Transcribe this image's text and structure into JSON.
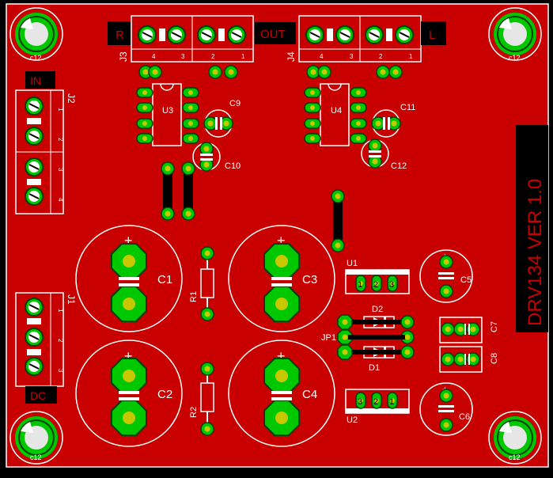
{
  "board": {
    "title": "DRV134  VER 1.0",
    "colors": {
      "board": "#c80000",
      "background": "#000000",
      "silk": "#ffffff",
      "pad": "#00c800",
      "pad_outline": "#005000",
      "drill": "#c8c800",
      "mount_center": "#e6e6e6"
    }
  },
  "connectors": {
    "j1": {
      "ref": "J1",
      "label": "DC",
      "pins": [
        "1",
        "2",
        "3"
      ]
    },
    "j2": {
      "ref": "J2",
      "label": "IN",
      "pins": [
        "1",
        "2",
        "3",
        "4"
      ]
    },
    "j3": {
      "ref": "J3",
      "label": "R",
      "pins": [
        "4",
        "3",
        "2",
        "1"
      ]
    },
    "j4": {
      "ref": "J4",
      "label": "L",
      "pins": [
        "4",
        "3",
        "2",
        "1"
      ]
    },
    "out_label": "OUT"
  },
  "components": {
    "u1": {
      "ref": "U1",
      "pins": [
        "1",
        "2",
        "3"
      ]
    },
    "u2": {
      "ref": "U2",
      "pins": [
        "3",
        "2",
        "1"
      ]
    },
    "u3": {
      "ref": "U3"
    },
    "u4": {
      "ref": "U4"
    },
    "c1": "C1",
    "c2": "C2",
    "c3": "C3",
    "c4": "C4",
    "c5": "C5",
    "c6": "C6",
    "c7": "C7",
    "c8": "C8",
    "c9": "C9",
    "c10": "C10",
    "c11": "C11",
    "c12": "C12",
    "r1": "R1",
    "r2": "R2",
    "d1": "D1",
    "d2": "D2",
    "jp1": "JP1"
  },
  "mounting_hole_label": "c12"
}
